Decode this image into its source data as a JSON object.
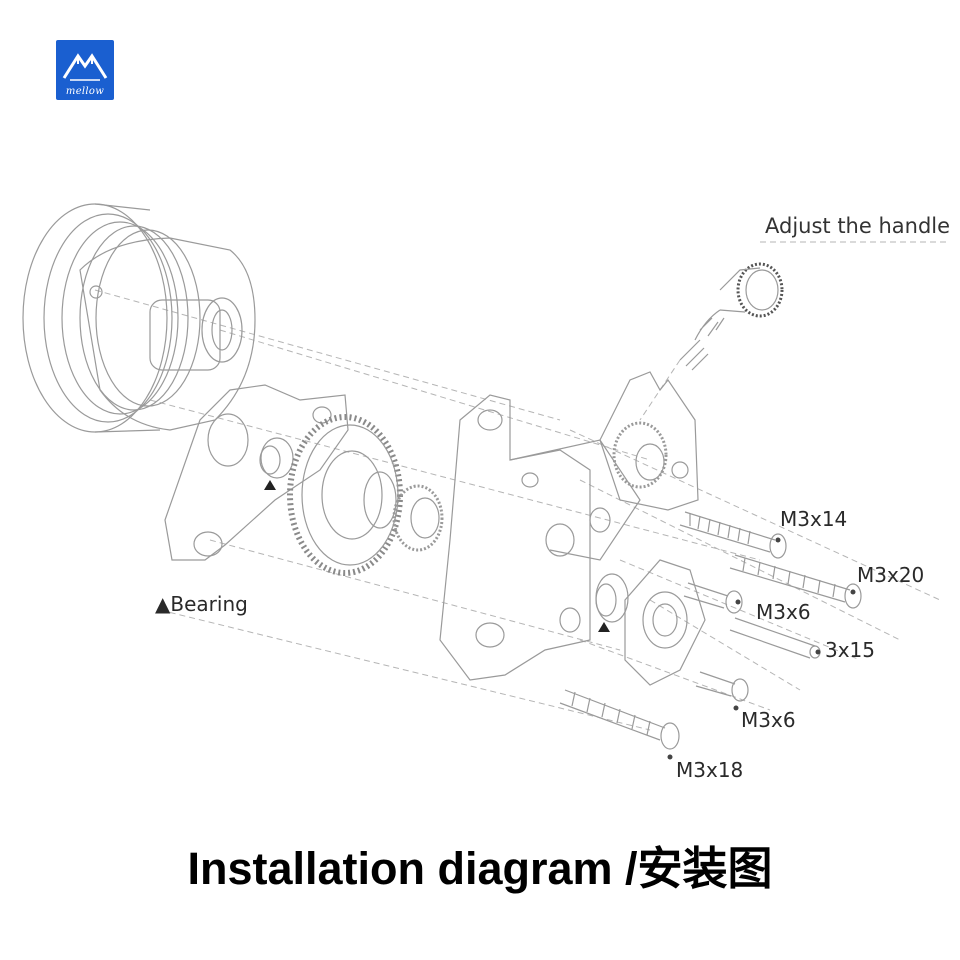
{
  "brand": {
    "logo_text": "mellow",
    "logo_color": "#1a5fd0"
  },
  "labels": {
    "adjust_handle": "Adjust the handle",
    "m3x14": "M3x14",
    "m3x20": "M3x20",
    "m3x6_upper": "M3x6",
    "shaft_3x15": "3x15",
    "m3x6_lower": "M3x6",
    "m3x18": "M3x18",
    "bearing": "▲Bearing"
  },
  "title": "Installation diagram /安装图",
  "colors": {
    "line": "#9a9a9a",
    "line_dark": "#555555",
    "text": "#2a2a2a"
  }
}
